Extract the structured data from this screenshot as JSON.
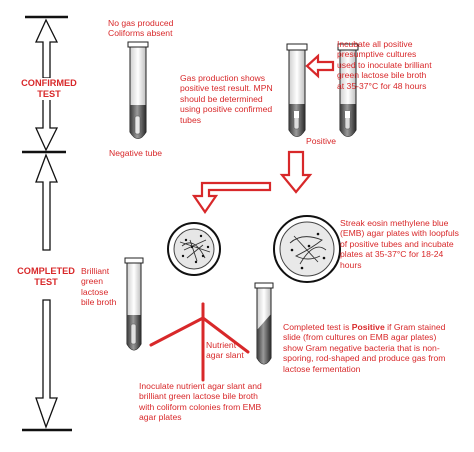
{
  "stages": {
    "confirmed": [
      "CONFIRMED",
      "TEST"
    ],
    "completed": [
      "COMPLETED",
      "TEST"
    ]
  },
  "labels": {
    "no_gas": [
      "No gas produced",
      "Coliforms absent"
    ],
    "negative_tube": "Negative tube",
    "gas_production": [
      "Gas production shows",
      "positive test result. MPN",
      "should be determined",
      "using positive confirmed",
      "tubes"
    ],
    "positive": "Positive",
    "incubate": [
      "Incubate all positive",
      "presumptive cultures",
      "used to inoculate brilliant",
      "green lactose bile broth",
      "at 35-37°C for 48 hours"
    ],
    "streak": [
      "Streak eosin methylene blue",
      "(EMB) agar plates with loopfuls",
      "of positive tubes and incubate",
      "plates at 35-37°C for 18-24",
      "hours"
    ],
    "brilliant_broth": [
      "Brilliant",
      "green",
      "lactose",
      "bile broth"
    ],
    "nutrient_slant": [
      "Nutrient",
      "agar slant"
    ],
    "completed_pre": "Completed test is ",
    "completed_bold": "Positive",
    "completed_post": " if Gram stained",
    "completed_rest": [
      "slide (from cultures on EMB agar plates)",
      "show Gram negative bacteria that is non-",
      "sporing, rod-shaped and produce gas from",
      "lactose fermentation"
    ],
    "inoculate": [
      "Inoculate nutrient agar slant and",
      "brilliant green lactose bile broth",
      "with coliform colonies from EMB",
      "agar plates"
    ]
  },
  "colors": {
    "accent": "#d8282a",
    "line": "#111111"
  }
}
